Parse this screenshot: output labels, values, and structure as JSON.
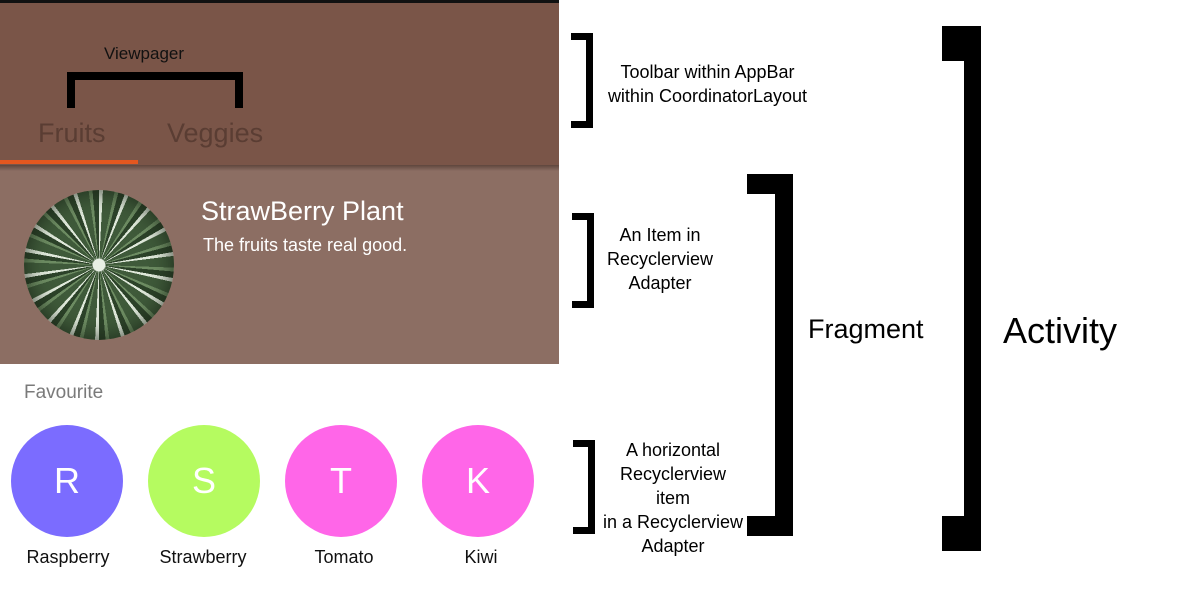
{
  "phone": {
    "viewpager_label": "Viewpager",
    "tabs": [
      {
        "label": "Fruits",
        "selected": true
      },
      {
        "label": "Veggies",
        "selected": false
      }
    ],
    "item": {
      "title": "StrawBerry Plant",
      "subtitle": "The fruits taste real good."
    },
    "favourites": {
      "title": "Favourite",
      "items": [
        {
          "initial": "R",
          "label": "Raspberry",
          "color": "#7b6cff"
        },
        {
          "initial": "S",
          "label": "Strawberry",
          "color": "#b5fb60"
        },
        {
          "initial": "T",
          "label": "Tomato",
          "color": "#ff66e8"
        },
        {
          "initial": "K",
          "label": "Kiwi",
          "color": "#ff66e8"
        }
      ]
    },
    "colors": {
      "appbar": "#7a5548",
      "item_bg": "#8c6e63",
      "tab_indicator": "#e4571f"
    }
  },
  "annotations": {
    "toolbar": [
      "Toolbar within AppBar",
      "within CoordinatorLayout"
    ],
    "item": [
      "An Item in",
      "Recyclerview",
      "Adapter"
    ],
    "horizontal": [
      "A horizontal",
      "Recyclerview",
      "item",
      "in a Recyclerview",
      "Adapter"
    ],
    "fragment": "Fragment",
    "activity": "Activity"
  }
}
